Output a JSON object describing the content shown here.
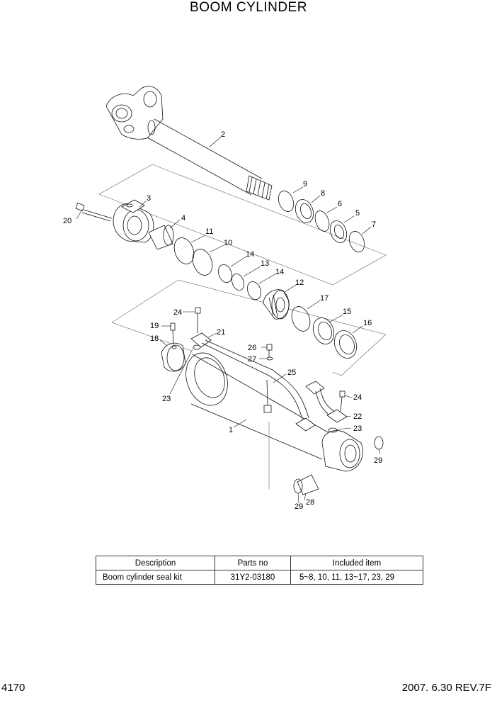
{
  "title": "BOOM CYLINDER",
  "part_labels": {
    "p1": "1",
    "p2": "2",
    "p3": "3",
    "p4": "4",
    "p5": "5",
    "p6": "6",
    "p7": "7",
    "p8": "8",
    "p9": "9",
    "p10": "10",
    "p11": "11",
    "p12": "12",
    "p13": "13",
    "p14a": "14",
    "p14b": "14",
    "p15": "15",
    "p16": "16",
    "p17": "17",
    "p18": "18",
    "p19": "19",
    "p20": "20",
    "p21": "21",
    "p22": "22",
    "p23a": "23",
    "p23b": "23",
    "p24a": "24",
    "p24b": "24",
    "p25": "25",
    "p26": "26",
    "p27": "27",
    "p28": "28",
    "p29a": "29",
    "p29b": "29"
  },
  "kit_table": {
    "headers": [
      "Description",
      "Parts no",
      "Included item"
    ],
    "rows": [
      [
        "Boom cylinder seal kit",
        "31Y2-03180",
        "5~8, 10, 11, 13~17, 23, 29"
      ]
    ]
  },
  "footer": {
    "page_number": "4170",
    "revision": "2007. 6.30  REV.7F"
  }
}
